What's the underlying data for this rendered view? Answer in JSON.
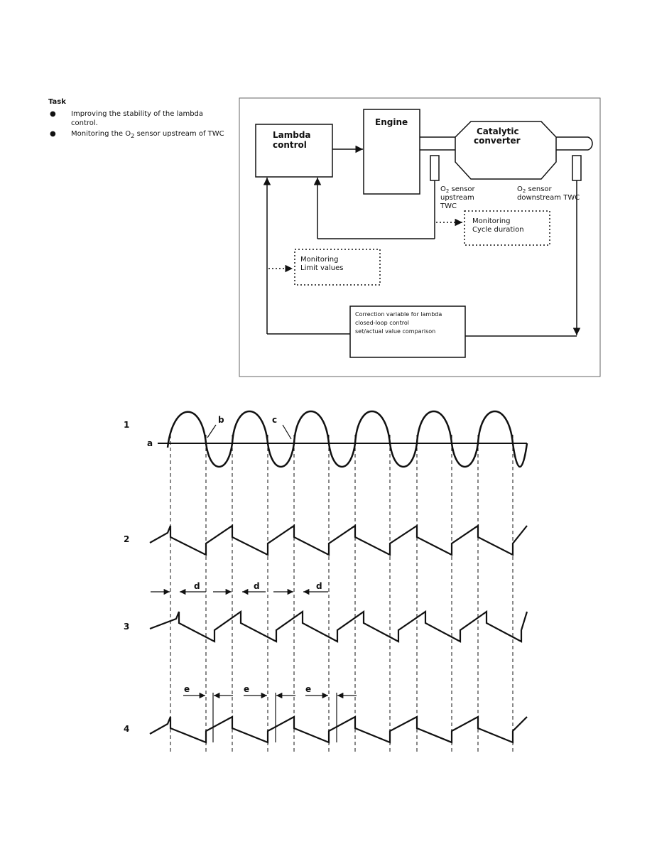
{
  "task": {
    "title": "Task",
    "bullet_symbol": "●",
    "items": [
      {
        "before": "Improving the stability of the lambda control.",
        "sub": "",
        "after": ""
      },
      {
        "before": "Monitoring the O",
        "sub": "2",
        "after": " sensor upstream of TWC"
      }
    ]
  },
  "system_diagram": {
    "lambda_control": [
      "Lambda",
      "control"
    ],
    "engine": "Engine",
    "catalytic_converter": [
      "Catalytic",
      "converter"
    ],
    "upstream_sensor": {
      "o": "O",
      "sub": "2",
      "rest": " sensor",
      "lines": [
        "upstream",
        "TWC"
      ]
    },
    "downstream_sensor": {
      "o": "O",
      "sub": "2",
      "rest": " sensor",
      "line2": "downstream TWC"
    },
    "monitoring_cycle": [
      "Monitoring",
      "Cycle duration"
    ],
    "monitoring_limit": [
      "Monitoring",
      "Limit values"
    ],
    "correction": [
      "Correction variable for lambda",
      "closed-loop control",
      "set/actual value comparison"
    ]
  },
  "timing_diagram": {
    "row_labels": [
      "1",
      "2",
      "3",
      "4"
    ],
    "markers": {
      "a": "a",
      "b": "b",
      "c": "c",
      "d": "d",
      "e": "e"
    }
  }
}
